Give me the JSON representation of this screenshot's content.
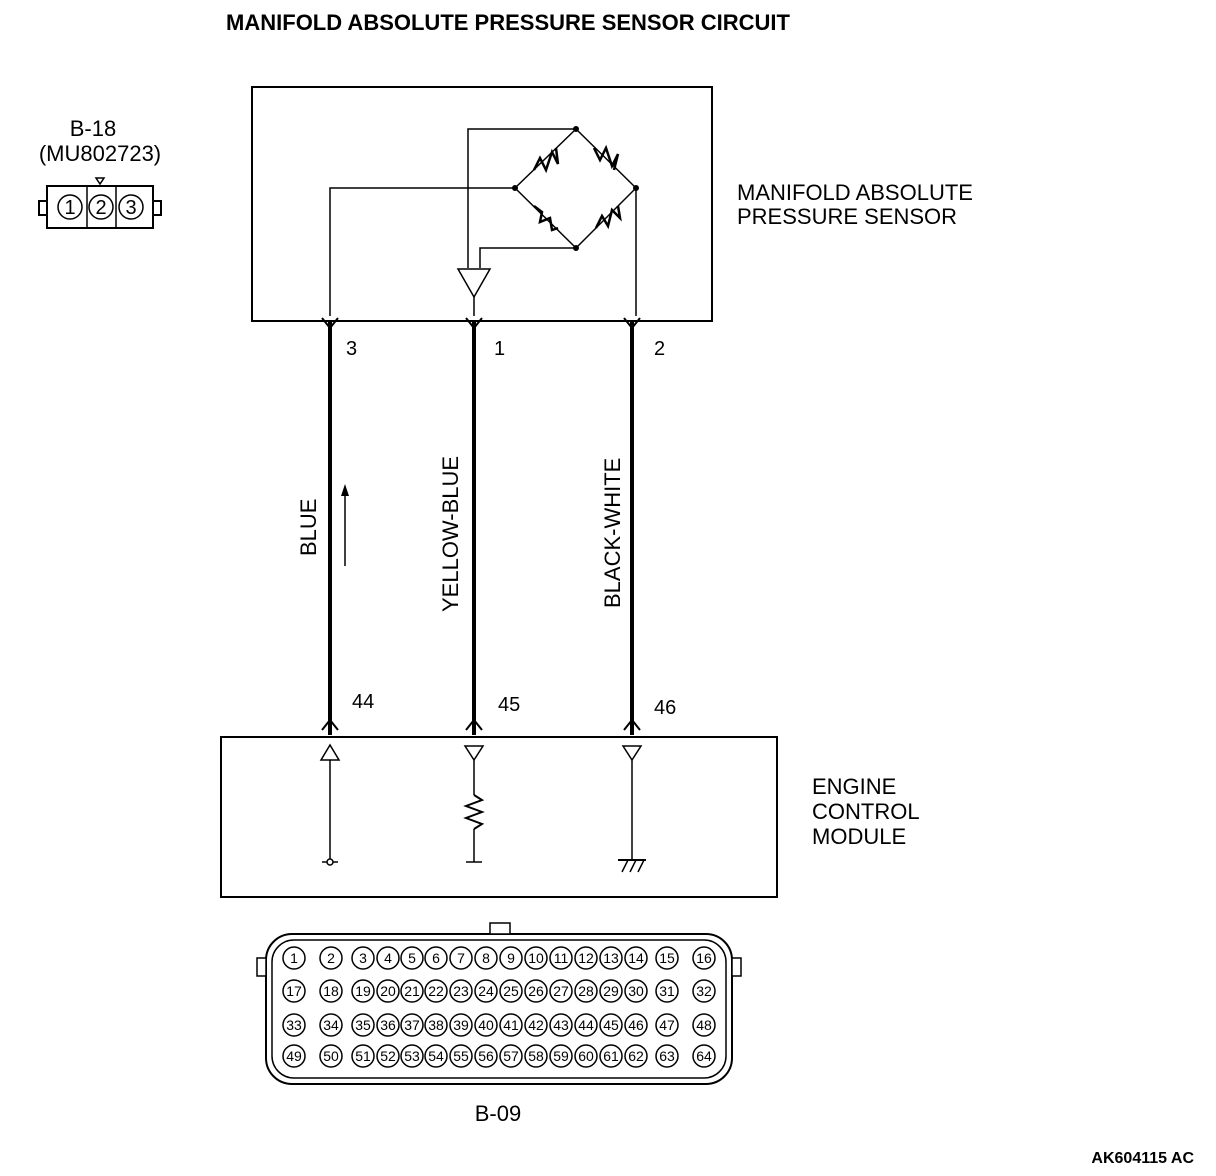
{
  "title": "MANIFOLD ABSOLUTE PRESSURE SENSOR CIRCUIT",
  "sensor_connector": {
    "id": "B-18",
    "part_number": "(MU802723)",
    "pins": [
      "1",
      "2",
      "3"
    ]
  },
  "sensor": {
    "label_line1": "MANIFOLD ABSOLUTE",
    "label_line2": "PRESSURE SENSOR",
    "terminals": [
      "3",
      "1",
      "2"
    ]
  },
  "wires": [
    {
      "color": "BLUE",
      "sensor_pin": "3",
      "ecm_pin": "44"
    },
    {
      "color": "YELLOW-BLUE",
      "sensor_pin": "1",
      "ecm_pin": "45"
    },
    {
      "color": "BLACK-WHITE",
      "sensor_pin": "2",
      "ecm_pin": "46"
    }
  ],
  "ecm": {
    "label_line1": "ENGINE",
    "label_line2": "CONTROL",
    "label_line3": "MODULE",
    "connector_id": "B-09",
    "pin_rows": [
      [
        "1",
        "2",
        "3",
        "4",
        "5",
        "6",
        "7",
        "8",
        "9",
        "10",
        "11",
        "12",
        "13",
        "14",
        "15",
        "16"
      ],
      [
        "17",
        "18",
        "19",
        "20",
        "21",
        "22",
        "23",
        "24",
        "25",
        "26",
        "27",
        "28",
        "29",
        "30",
        "31",
        "32"
      ],
      [
        "33",
        "34",
        "35",
        "36",
        "37",
        "38",
        "39",
        "40",
        "41",
        "42",
        "43",
        "44",
        "45",
        "46",
        "47",
        "48"
      ],
      [
        "49",
        "50",
        "51",
        "52",
        "53",
        "54",
        "55",
        "56",
        "57",
        "58",
        "59",
        "60",
        "61",
        "62",
        "63",
        "64"
      ]
    ]
  },
  "figure_ref": "AK604115 AC"
}
